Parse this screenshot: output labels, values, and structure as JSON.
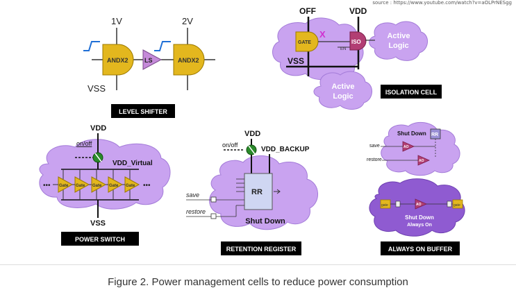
{
  "source": "source : https://www.youtube.com/watch?v=aOLPrNESgg",
  "caption": "Figure 2. Power management cells to reduce power consumption",
  "colors": {
    "cloud": "#c9a3f0",
    "cloud_dark": "#8f5bd1",
    "gate": "#e3b71e",
    "level_shifter": "#c58ad9",
    "iso": "#b23e73",
    "switch": "#2a8a2a",
    "rr": "#cfd6f2",
    "label_bg": "#000000",
    "label_fg": "#ffffff"
  },
  "level_shifter": {
    "v1": "1V",
    "v2": "2V",
    "gate1": "ANDX2",
    "ls": "LS",
    "gate2": "ANDX2",
    "vss": "VSS",
    "label": "LEVEL SHIFTER"
  },
  "isolation": {
    "off": "OFF",
    "vdd": "VDD",
    "gate": "GATE",
    "x": "X",
    "en": "EN",
    "iso": "ISO",
    "active_top_1": "Active",
    "active_top_2": "Logic",
    "vss": "VSS",
    "active_bottom_1": "Active",
    "active_bottom_2": "Logic",
    "label": "ISOLATION CELL"
  },
  "power_switch": {
    "vdd": "VDD",
    "onoff": "on/off",
    "vdd_virtual": "VDD_Virtual",
    "gates": [
      "Gate",
      "Gate",
      "Gate",
      "Gate",
      "Gate"
    ],
    "dots_left": "•••",
    "dots_right": "•••",
    "vss": "VSS",
    "label": "POWER SWITCH"
  },
  "retention": {
    "vdd": "VDD",
    "onoff": "on/off",
    "vdd_backup": "VDD_BACKUP",
    "rr": "RR",
    "save": "save",
    "restore": "restore",
    "shut_down": "Shut Down",
    "label": "RETENTION REGISTER"
  },
  "always_on": {
    "shut_down_top": "Shut Down",
    "rr": "RR",
    "save": "save",
    "restore": "restore",
    "ao": "AO",
    "shut_down_bottom": "Shut Down",
    "always_on": "Always On",
    "gate": "gate",
    "label": "ALWAYS ON BUFFER"
  }
}
